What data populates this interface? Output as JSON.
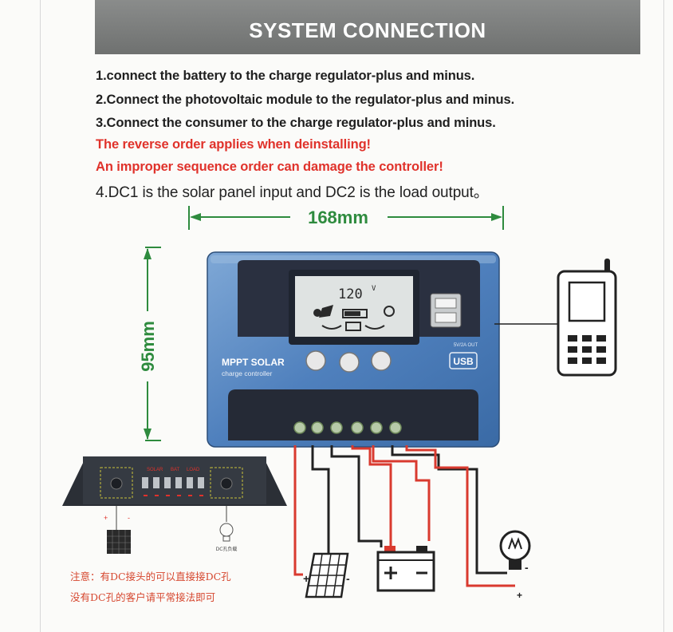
{
  "header": {
    "title": "SYSTEM CONNECTION"
  },
  "instructions": [
    "1.connect the battery to the charge regulator-plus and minus.",
    "2.Connect the photovoltaic module to the regulator-plus and minus.",
    "3.Connect the consumer to the charge regulator-plus and minus."
  ],
  "warnings": [
    "The reverse order applies when deinstalling!",
    "An improper sequence order can damage the controller!"
  ],
  "note4": "4.DC1 is the solar panel input and DC2 is the load output。",
  "dimensions": {
    "width": "168mm",
    "height": "95mm"
  },
  "device": {
    "lcd_value": "120",
    "lcd_unit": "V",
    "brand_line1": "MPPT SOLAR",
    "brand_line2": "charge controller",
    "usb_label": "USB",
    "usb_sub": "5V/2A OUT"
  },
  "small_controller": {
    "labels": [
      "SOLAR",
      "BAT",
      "LOAD"
    ],
    "load_caption": "DC孔负载",
    "polarity_plus": "+",
    "polarity_minus": "-"
  },
  "wiring": {
    "panel_plus": "+",
    "panel_minus": "-",
    "bulb_minus": "-",
    "bulb_plus": "+"
  },
  "footer_note": [
    "注意：有DC接头的可以直接接DC孔",
    "没有DC孔的客户请平常接法即可"
  ],
  "colors": {
    "accent_green": "#2e8b3e",
    "warning_red": "#e0322b",
    "wire_red": "#d93a2f",
    "device_blue": "#5b8cc4"
  },
  "icons": [
    "phone-icon",
    "solar-panel-icon",
    "battery-icon",
    "light-bulb-icon",
    "usb-port-icon"
  ]
}
